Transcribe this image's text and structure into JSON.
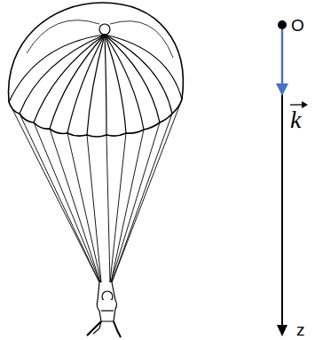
{
  "diagram": {
    "labels": [
      "O",
      "k",
      "z"
    ]
  }
}
